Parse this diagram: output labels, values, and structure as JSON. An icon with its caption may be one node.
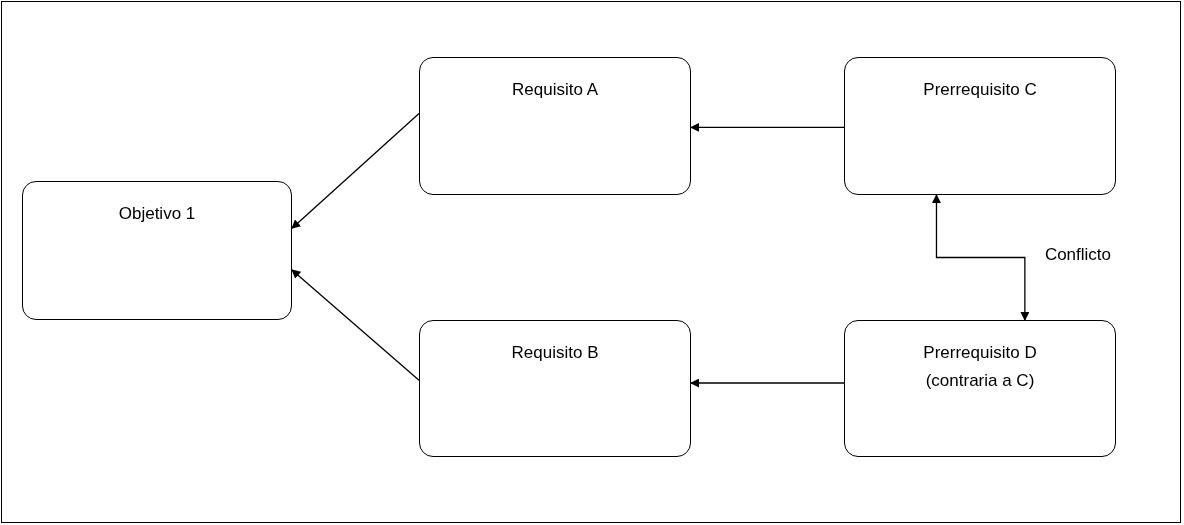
{
  "diagram": {
    "nodes": [
      {
        "text": [
          "Objetivo 1"
        ]
      },
      {
        "text": [
          "Requisito A"
        ]
      },
      {
        "text": [
          "Prerrequisito C"
        ]
      },
      {
        "text": [
          "Requisito B"
        ]
      },
      {
        "text": [
          "Prerrequisito D",
          "(contraria a C)"
        ]
      }
    ],
    "edges": [
      {
        "from": 1,
        "to": 0,
        "arrow": "to"
      },
      {
        "from": 3,
        "to": 0,
        "arrow": "to"
      },
      {
        "from": 2,
        "to": 1,
        "arrow": "to"
      },
      {
        "from": 4,
        "to": 3,
        "arrow": "to"
      },
      {
        "from": 2,
        "to": 4,
        "arrow": "both",
        "label": "Conflicto"
      }
    ]
  }
}
